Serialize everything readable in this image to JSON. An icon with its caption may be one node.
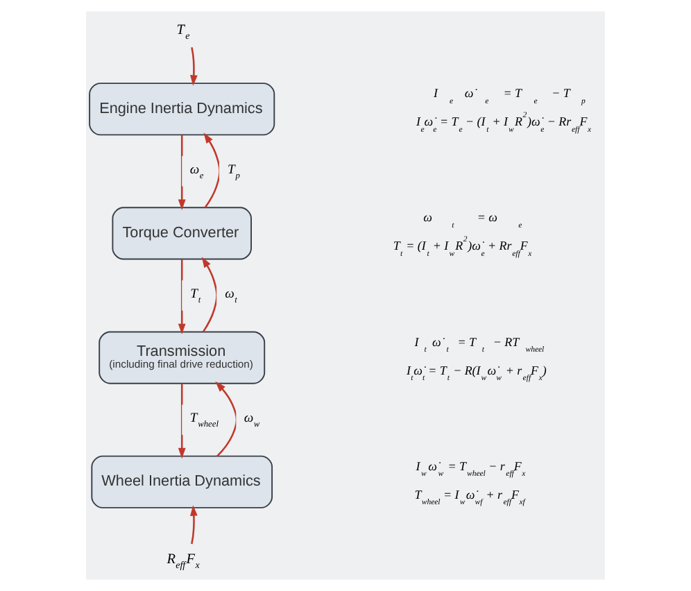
{
  "diagram": {
    "nodes": [
      {
        "text": [
          "T$_{e}$"
        ]
      },
      {
        "text": [
          "Engine Inertia Dynamics"
        ],
        "beside": [
          "I$_{e}$ω̇$_{e}$ = T$_{e}$ − T$_{p}$",
          "I$_{e}$ω̇$_{e}$ = T$_{e}$ − (I$_{t}$ + I$_{w}$R$^{2}$)ω̇$_{e}$ − Rr$_{eff}$F$_{x}$"
        ]
      },
      {
        "text": [
          "Torque Converter"
        ],
        "beside": [
          "ω$_{t}$ = ω$_{e}$",
          "T$_{t}$ = (I$_{t}$ + I$_{w}$R$^{2}$)ω̇$_{e}$ + Rr$_{eff}$F$_{x}$"
        ]
      },
      {
        "text": [
          "Transmission",
          "(including final drive reduction)"
        ],
        "beside": [
          "I$_{t}$ω̇$_{t}$ = T$_{t}$ − RT$_{wheel}$",
          "I$_{t}$ω̇$_{t}$ = T$_{t}$ − R(I$_{w}$ω̇$_{w}$ + r$_{eff}$F$_{x}$)"
        ]
      },
      {
        "text": [
          "Wheel Inertia Dynamics"
        ],
        "beside": [
          "I$_{w}$ω̇$_{w}$ = T$_{wheel}$ − r$_{eff}$F$_{x}$",
          "T$_{wheel}$ = I$_{w}$ω̇$_{wf}$ + r$_{eff}$F$_{xf}$"
        ]
      },
      {
        "text": [
          "R$_{eff}$F$_{x}$"
        ]
      }
    ],
    "edges": [
      {
        "from": 0,
        "to": 1,
        "arrow": "to"
      },
      {
        "from": 1,
        "to": 2,
        "arrow": "to",
        "label": "ω$_{e}$"
      },
      {
        "from": 2,
        "to": 1,
        "arrow": "to",
        "label": "T$_{p}$"
      },
      {
        "from": 2,
        "to": 3,
        "arrow": "to",
        "label": "T$_{t}$"
      },
      {
        "from": 3,
        "to": 2,
        "arrow": "to",
        "label": "ω$_{t}$"
      },
      {
        "from": 3,
        "to": 4,
        "arrow": "to",
        "label": "T$_{wheel}$"
      },
      {
        "from": 4,
        "to": 3,
        "arrow": "to",
        "label": "ω$_{w}$"
      },
      {
        "from": 5,
        "to": 4,
        "arrow": "to"
      }
    ]
  }
}
